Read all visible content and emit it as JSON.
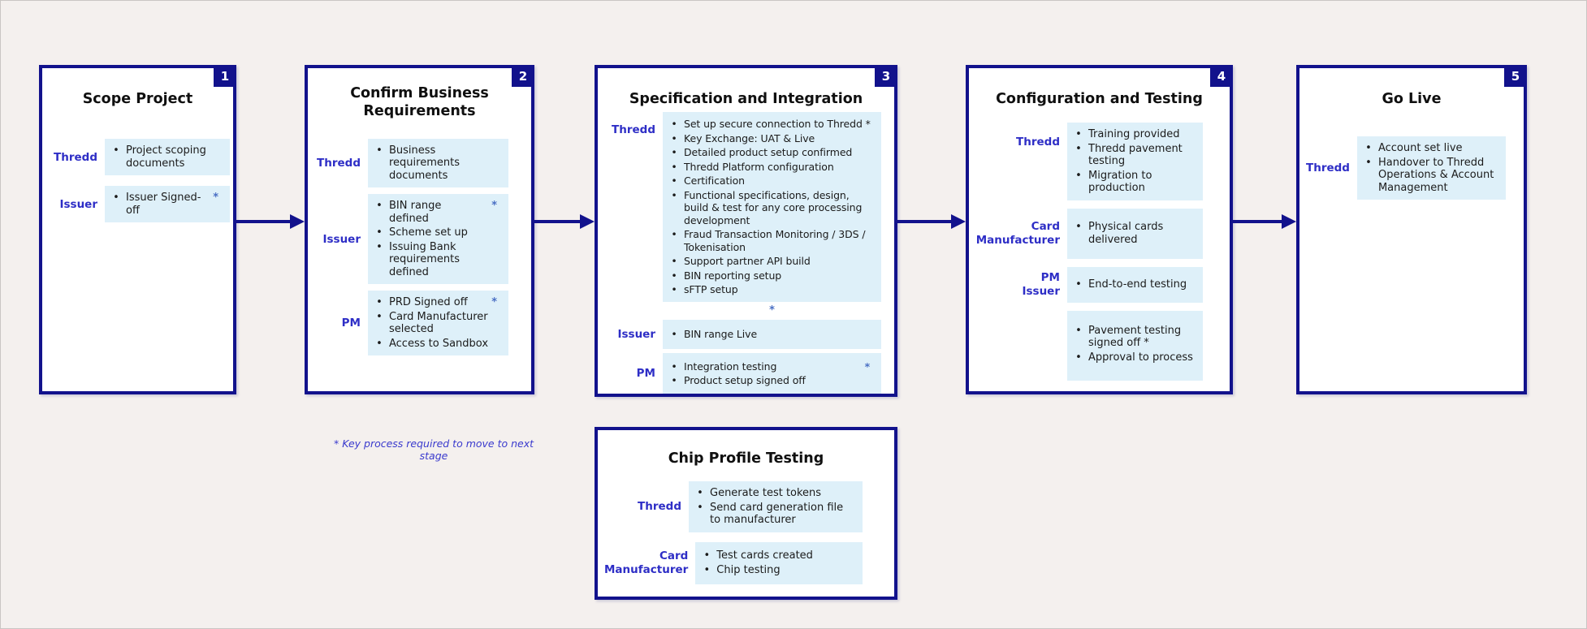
{
  "palette": {
    "background": "#f4f0ee",
    "navy": "#12128c",
    "content_background": "#def0f9",
    "label_blue": "#2e2ec6",
    "star_blue": "#4a6fc4",
    "body_text": "#1b1b1b",
    "footnote_blue": "#3939cd"
  },
  "star_char": "*",
  "footnote": "* Key process required to move to next stage",
  "stages": [
    {
      "number": "1",
      "title": "Scope Project",
      "rows": [
        {
          "label": "Thredd",
          "items": [
            {
              "text": "Project scoping documents"
            }
          ]
        },
        {
          "label": "Issuer",
          "items": [
            {
              "text": "Issuer Signed-off",
              "star": true
            }
          ]
        }
      ]
    },
    {
      "number": "2",
      "title": "Confirm Business Requirements",
      "rows": [
        {
          "label": "Thredd",
          "items": [
            {
              "text": "Business requirements documents"
            }
          ]
        },
        {
          "label": "Issuer",
          "items": [
            {
              "text": "BIN range defined",
              "star": true
            },
            {
              "text": "Scheme set up"
            },
            {
              "text": "Issuing Bank requirements defined"
            }
          ]
        },
        {
          "label": "PM",
          "items": [
            {
              "text": "PRD Signed off",
              "star": true
            },
            {
              "text": "Card Manufacturer selected"
            },
            {
              "text": "Access to Sandbox"
            }
          ]
        }
      ]
    },
    {
      "number": "3",
      "title": "Specification and Integration",
      "rows": [
        {
          "label": "Thredd",
          "items": [
            {
              "text": "Set up secure connection to Thredd *"
            },
            {
              "text": "Key Exchange: UAT & Live"
            },
            {
              "text": "Detailed product setup confirmed"
            },
            {
              "text": "Thredd Platform configuration"
            },
            {
              "text": "Certification"
            },
            {
              "text": "Functional specifications, design, build & test for any core processing development"
            },
            {
              "text": "Fraud Transaction Monitoring / 3DS / Tokenisation"
            },
            {
              "text": "Support partner API build"
            },
            {
              "text": "BIN reporting setup"
            },
            {
              "text": "sFTP setup"
            }
          ]
        },
        {
          "divider_star": "*"
        },
        {
          "label": "Issuer",
          "items": [
            {
              "text": "BIN range  Live"
            }
          ]
        },
        {
          "label": "PM",
          "items": [
            {
              "text": "Integration testing",
              "star": true
            },
            {
              "text": "Product setup signed off"
            }
          ]
        }
      ]
    },
    {
      "number": "4",
      "title": "Configuration and Testing",
      "rows": [
        {
          "label": "Thredd",
          "items": [
            {
              "text": "Training provided"
            },
            {
              "text": "Thredd pavement testing"
            },
            {
              "text": "Migration to production"
            }
          ]
        },
        {
          "label": "Card Manufacturer",
          "items": [
            {
              "text": "Physical cards delivered"
            }
          ]
        },
        {
          "label": "PM\nIssuer",
          "items": [
            {
              "text": "End-to-end testing"
            }
          ]
        },
        {
          "label": "",
          "items": [
            {
              "text": "Pavement testing signed off *"
            },
            {
              "text": "Approval to process"
            }
          ]
        }
      ]
    },
    {
      "number": "5",
      "title": "Go Live",
      "rows": [
        {
          "label": "Thredd",
          "items": [
            {
              "text": "Account set live"
            },
            {
              "text": "Handover to Thredd Operations & Account Management"
            }
          ]
        }
      ]
    }
  ],
  "chip_box": {
    "title": "Chip Profile Testing",
    "rows": [
      {
        "label": "Thredd",
        "items": [
          {
            "text": "Generate test tokens"
          },
          {
            "text": "Send card generation file to manufacturer"
          }
        ]
      },
      {
        "label": "Card Manufacturer",
        "items": [
          {
            "text": "Test cards created"
          },
          {
            "text": "Chip testing"
          }
        ]
      }
    ]
  }
}
